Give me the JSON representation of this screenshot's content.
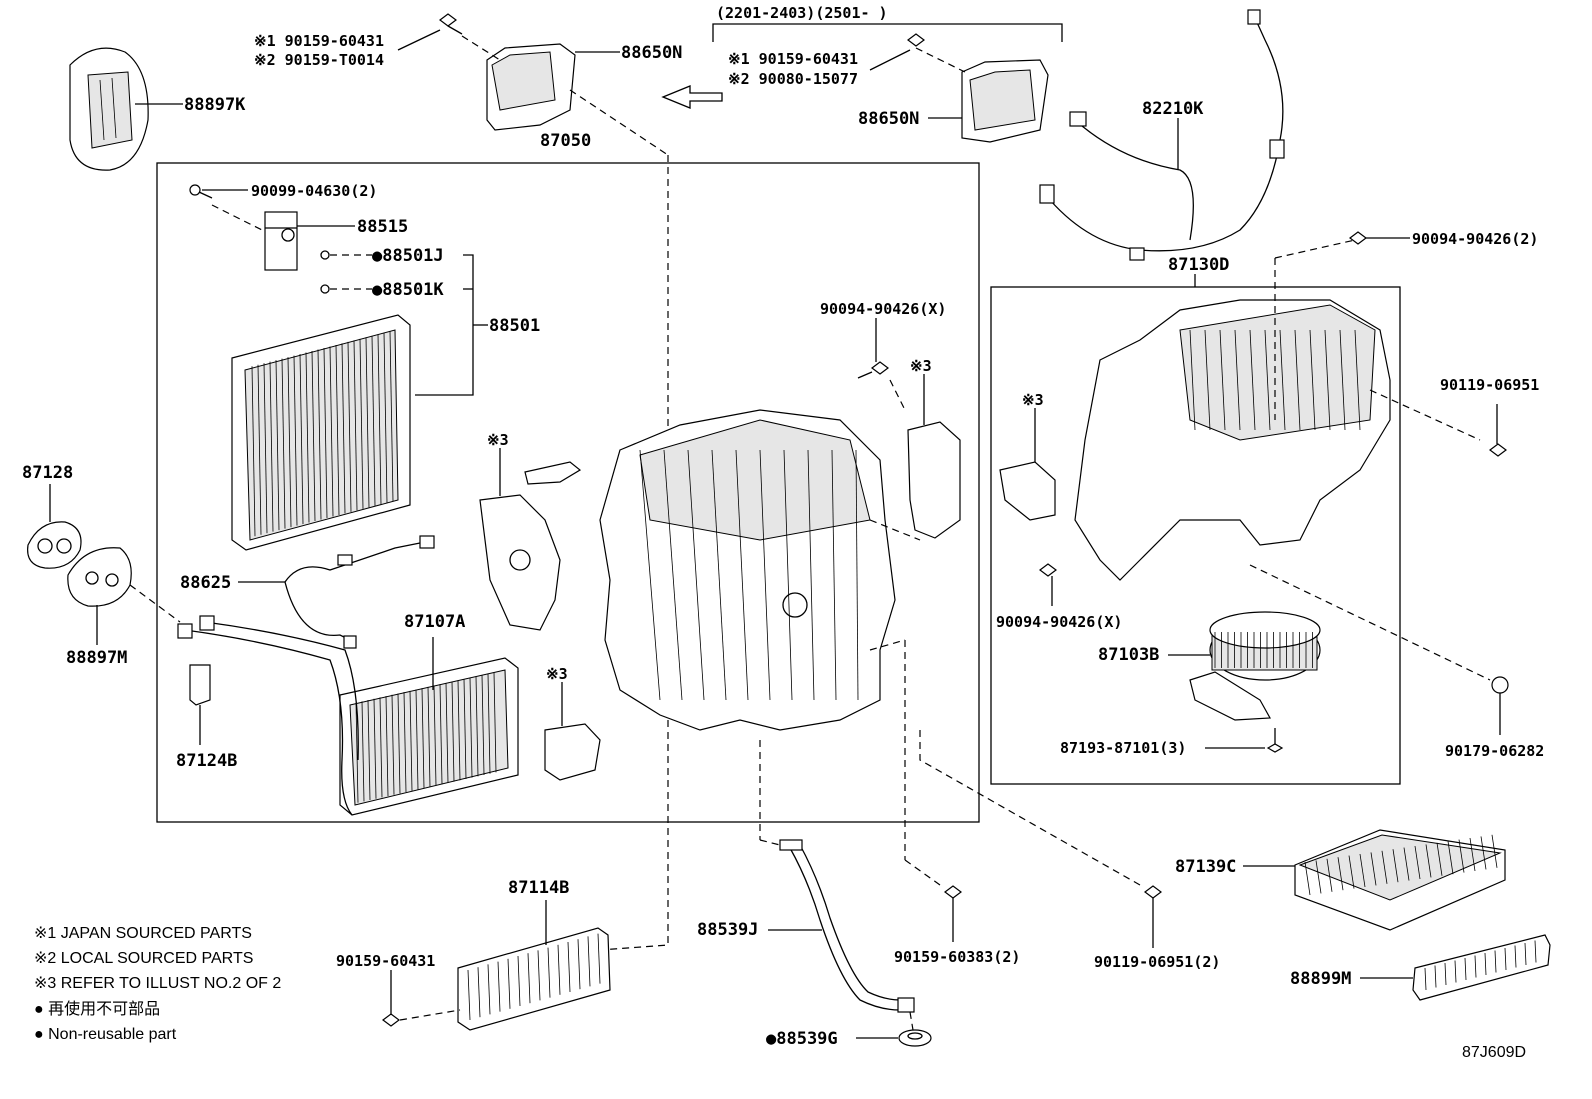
{
  "labels": {
    "p88897K": "88897K",
    "p90159_60431_a": "※1 90159-60431",
    "p90159_T0014": "※2 90159-T0014",
    "p88650N_a": "88650N",
    "range": "(2201-2403)(2501-   )",
    "p90159_60431_b": "※1 90159-60431",
    "p90080_15077": "※2 90080-15077",
    "p88650N_b": "88650N",
    "p82210K": "82210K",
    "p87050": "87050",
    "p90099_04630": "90099-04630(2)",
    "p88515": "88515",
    "p88501J": "●88501J",
    "p88501K": "●88501K",
    "p88501": "88501",
    "p90094_90426_x_a": "90094-90426(X)",
    "ref3_a": "※3",
    "ref3_b": "※3",
    "ref3_c": "※3",
    "ref3_d": "※3",
    "p87130D": "87130D",
    "p90094_90426_2": "90094-90426(2)",
    "p90119_06951": "90119-06951",
    "p87128": "87128",
    "p88625": "88625",
    "p87107A": "87107A",
    "p88897M": "88897M",
    "p87124B": "87124B",
    "p90094_90426_x_b": "90094-90426(X)",
    "p87103B": "87103B",
    "p87193_87101": "87193-87101(3)",
    "p90179_06282": "90179-06282",
    "p87114B": "87114B",
    "p88539J": "88539J",
    "p90159_60383": "90159-60383(2)",
    "p90119_06951_2": "90119-06951(2)",
    "p87139C": "87139C",
    "p88899M": "88899M",
    "p90159_60431_c": "90159-60431",
    "p88539G": "●88539G",
    "code": "87J609D"
  },
  "notes": {
    "n1": "※1 JAPAN SOURCED PARTS",
    "n2": "※2 LOCAL SOURCED PARTS",
    "n3": "※3 REFER TO ILLUST NO.2 OF 2",
    "n4": "● 再使用不可部品",
    "n5": "● Non-reusable part"
  }
}
